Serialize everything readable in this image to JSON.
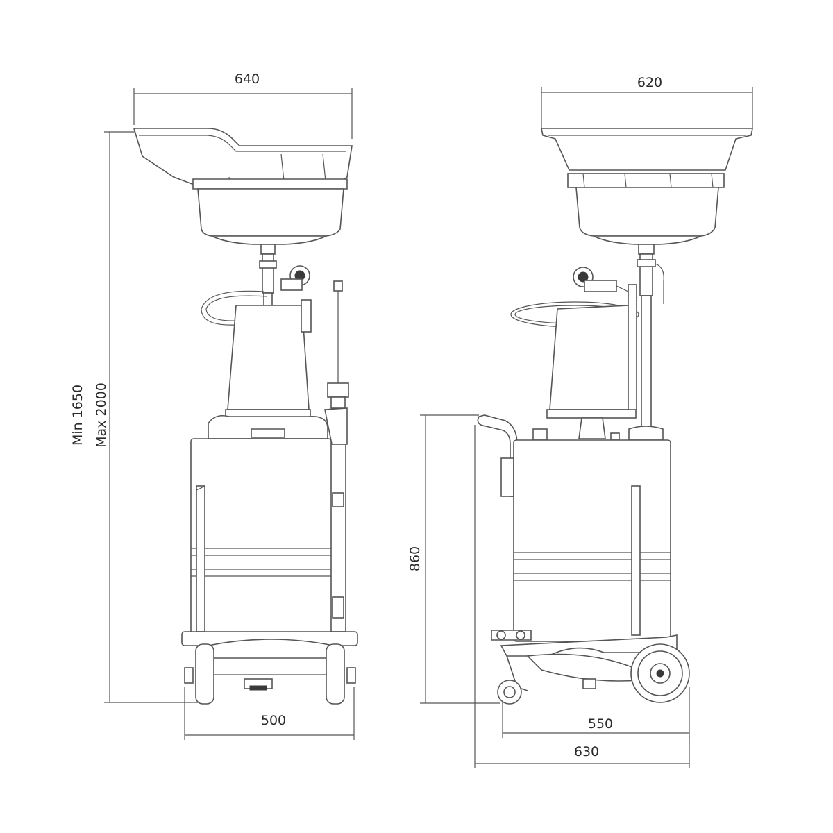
{
  "dimensions": {
    "front_width": "640",
    "side_width": "620",
    "min_height": "Min 1650",
    "max_height": "Max 2000",
    "base_width": "500",
    "tank_height": "860",
    "side_base_width": "550",
    "side_total_width": "630"
  },
  "colors": {
    "line": "#555555",
    "dark": "#3a3a3a",
    "background": "#ffffff"
  }
}
